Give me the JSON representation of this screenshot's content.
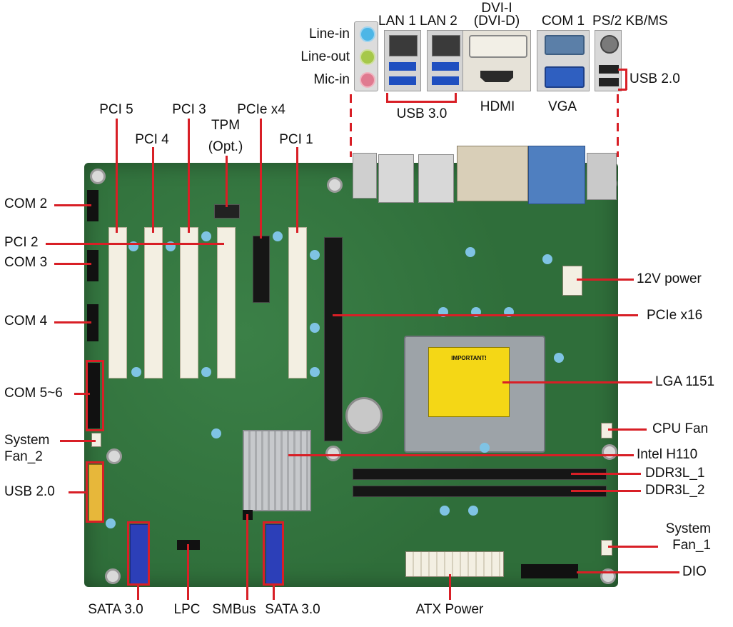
{
  "labels": {
    "line_in": "Line-in",
    "line_out": "Line-out",
    "mic_in": "Mic-in",
    "lan1": "LAN 1",
    "lan2": "LAN 2",
    "dvi_i": "DVI-I",
    "dvi_d": "(DVI-D)",
    "com1": "COM 1",
    "ps2": "PS/2 KB/MS",
    "usb20_top": "USB 2.0",
    "usb30": "USB 3.0",
    "hdmi": "HDMI",
    "vga": "VGA",
    "pci5": "PCI 5",
    "pci3": "PCI 3",
    "pcie_x4": "PCIe x4",
    "pci4": "PCI 4",
    "tpm": "TPM",
    "tpm_opt": "(Opt.)",
    "pci1": "PCI 1",
    "com2": "COM 2",
    "pci2": "PCI 2",
    "com3": "COM 3",
    "com4": "COM 4",
    "com56": "COM 5~6",
    "sysfan2_a": "System",
    "sysfan2_b": "Fan_2",
    "usb20_left": "USB 2.0",
    "power12v": "12V power",
    "pcie_x16": "PCIe x16",
    "lga": "LGA 1151",
    "cpufan": "CPU Fan",
    "h110": "Intel H110",
    "ddr1": "DDR3L_1",
    "ddr2": "DDR3L_2",
    "sysfan1_a": "System",
    "sysfan1_b": "Fan_1",
    "dio": "DIO",
    "sata_left": "SATA 3.0",
    "lpc": "LPC",
    "smbus": "SMBus",
    "sata_right": "SATA 3.0",
    "atx": "ATX Power",
    "cpu_sticker_title": "IMPORTANT!"
  },
  "colors": {
    "accent": "#d81f26",
    "pcb": "#2f6e3a",
    "slot_white": "#f3efe2",
    "slot_black": "#161616",
    "heatsink": "#c7c9cc",
    "sata_blue": "#2c3fb8"
  }
}
